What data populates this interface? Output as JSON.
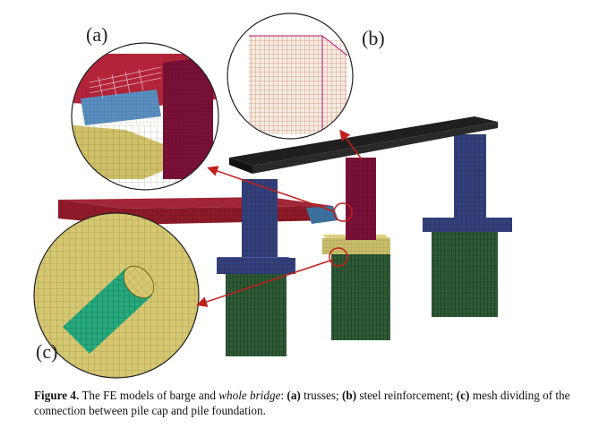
{
  "figure": {
    "panel_labels": {
      "a": "(a)",
      "b": "(b)",
      "c": "(c)"
    },
    "colors": {
      "deck": "#1f1f1f",
      "pier_blue": "#33407a",
      "pier_maroon": "#7a1038",
      "barge_red": "#8c1a28",
      "barge_blue": "#3d6f9c",
      "pile_cap": "#c9bd6a",
      "piles": "#2e5a36",
      "rebar": "#d79a8a",
      "pile_green": "#27a97e",
      "arrow": "#c0201a"
    }
  },
  "caption": {
    "label": "Figure 4.",
    "text_1": "The FE models of barge and",
    "italic": "whole bridge",
    "text_2": ":",
    "a_key": "(a)",
    "a_text": "trusses;",
    "b_key": "(b)",
    "b_text": "steel reinforcement;",
    "c_key": "(c)",
    "c_text": "mesh dividing of the connection between pile cap and pile foundation."
  }
}
